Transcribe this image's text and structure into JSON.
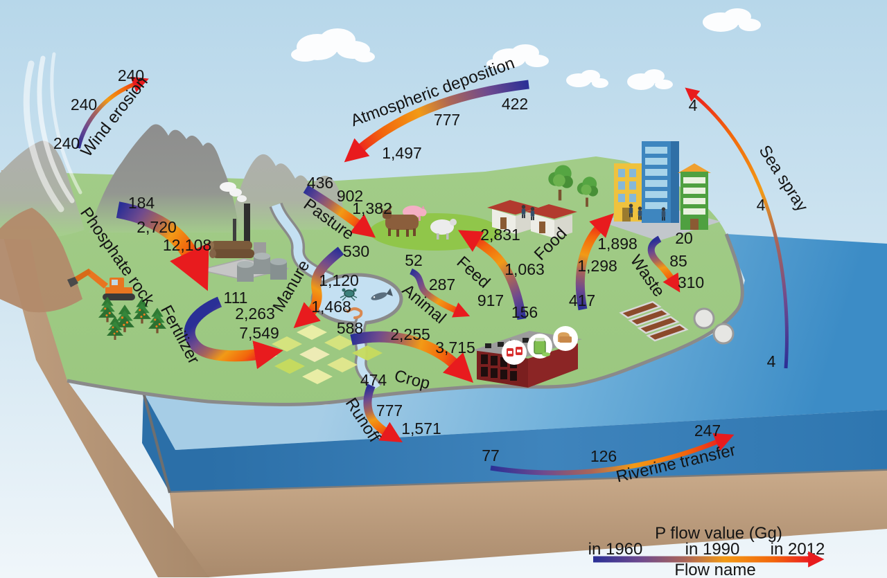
{
  "flows": [
    {
      "name": "Wind erosion",
      "values": [
        "240",
        "240",
        "240"
      ]
    },
    {
      "name": "Atmospheric deposition",
      "values": [
        "422",
        "777",
        "1,497"
      ]
    },
    {
      "name": "Sea spray",
      "values": [
        "4",
        "4",
        "4"
      ]
    },
    {
      "name": "Phosphate rock",
      "values": [
        "184",
        "2,720",
        "12,108"
      ]
    },
    {
      "name": "Pasture",
      "values": [
        "436",
        "902",
        "1,382"
      ]
    },
    {
      "name": "Fertilizer",
      "values": [
        "111",
        "2,263",
        "7,549"
      ]
    },
    {
      "name": "Manure",
      "values": [
        "530",
        "1,120",
        "1,468"
      ]
    },
    {
      "name": "Animal",
      "values": [
        "52",
        "287",
        "917"
      ]
    },
    {
      "name": "Feed",
      "values": [
        "156",
        "1,063",
        "2,831"
      ]
    },
    {
      "name": "Food",
      "values": [
        "417",
        "1,298",
        "1,898"
      ]
    },
    {
      "name": "Waste",
      "values": [
        "20",
        "85",
        "310"
      ]
    },
    {
      "name": "Crop",
      "values": [
        "588",
        "2,255",
        "3,715"
      ]
    },
    {
      "name": "Runoff",
      "values": [
        "474",
        "777",
        "1,571"
      ]
    },
    {
      "name": "Riverine transfer",
      "values": [
        "77",
        "126",
        "247"
      ]
    }
  ],
  "legend": {
    "title": "P flow value (Gg)",
    "years": [
      "in 1960",
      "in 1990",
      "in 2012"
    ],
    "flow_name_label": "Flow name",
    "gradient_colors": [
      "#2A2F96",
      "#6F4A8E",
      "#AA6558",
      "#F29A16",
      "#F2660C",
      "#EB1820"
    ]
  },
  "scene": {
    "objects": [
      "mountains-icon",
      "wind-wisps-icon",
      "clouds-icon",
      "excavator-icon",
      "phosphate-factory-icon",
      "conifer-trees-icon",
      "crop-field-icon",
      "river-icon",
      "crab-icon",
      "fish-icon",
      "shrimp-icon",
      "cow-icon",
      "pig-icon",
      "sheep-icon",
      "village-houses-icon",
      "broadleaf-trees-icon",
      "people-icon",
      "city-buildings-icon",
      "food-factory-icon",
      "sushi-icon",
      "jar-icon",
      "bread-icon",
      "waste-treatment-icon",
      "sea-icon",
      "soil-block-icon"
    ]
  }
}
